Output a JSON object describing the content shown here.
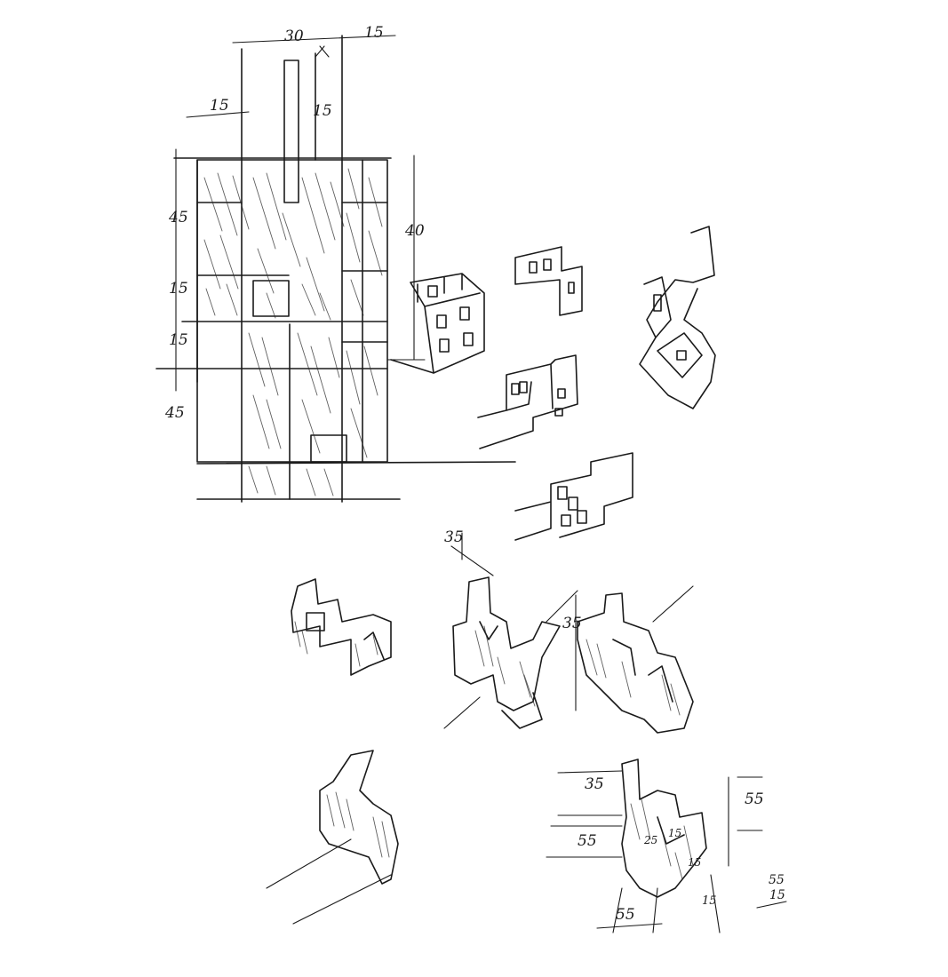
{
  "dimensions": {
    "top_width": "30",
    "top_right": "15",
    "top_left": "15",
    "tower_height": "15",
    "left_upper": "45",
    "left_middle": "15",
    "left_lower": "15",
    "left_base": "45",
    "right_height": "40",
    "mid_35": "35",
    "cluster_35": "35",
    "lower_35": "35",
    "lower_left_55": "55",
    "lower_right_55": "55",
    "lower_bottom_55": "55",
    "lower_inner_25": "25",
    "lower_inner_15": "15",
    "lower_inner_15b": "15",
    "corner_55": "55",
    "corner_15": "15",
    "side_15": "15"
  },
  "colors": {
    "ink": "#1a1a1a",
    "paper": "#ffffff"
  }
}
